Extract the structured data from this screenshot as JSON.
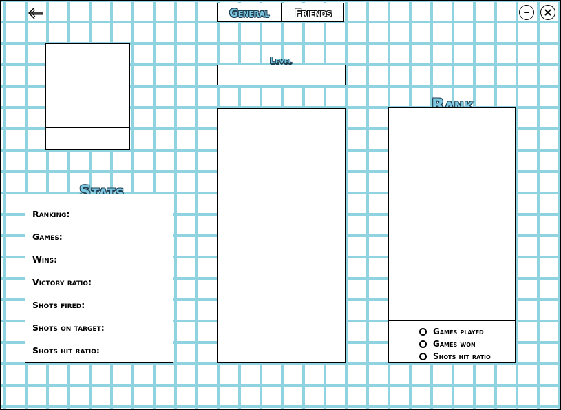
{
  "header": {
    "tabs": [
      {
        "label": "General",
        "active": true
      },
      {
        "label": "Friends",
        "active": false
      }
    ],
    "back_icon": "arrow-left-icon",
    "minimize_icon": "minus-icon",
    "close_icon": "close-icon"
  },
  "level": {
    "label": "Level",
    "value": ""
  },
  "stats": {
    "title": "Stats",
    "items": [
      {
        "label": "Ranking:",
        "value": ""
      },
      {
        "label": "Games:",
        "value": ""
      },
      {
        "label": "Wins:",
        "value": ""
      },
      {
        "label": "Victory ratio:",
        "value": ""
      },
      {
        "label": "Shots fired:",
        "value": ""
      },
      {
        "label": "Shots on target:",
        "value": ""
      },
      {
        "label": "Shots hit ratio:",
        "value": ""
      }
    ]
  },
  "rank": {
    "title": "Rank",
    "options": [
      {
        "label": "Games played"
      },
      {
        "label": "Games won"
      },
      {
        "label": "Shots hit ratio"
      }
    ]
  },
  "colors": {
    "grid": "#8fd3e0",
    "title_fill": "#7cc6e0",
    "outline": "#000000"
  }
}
